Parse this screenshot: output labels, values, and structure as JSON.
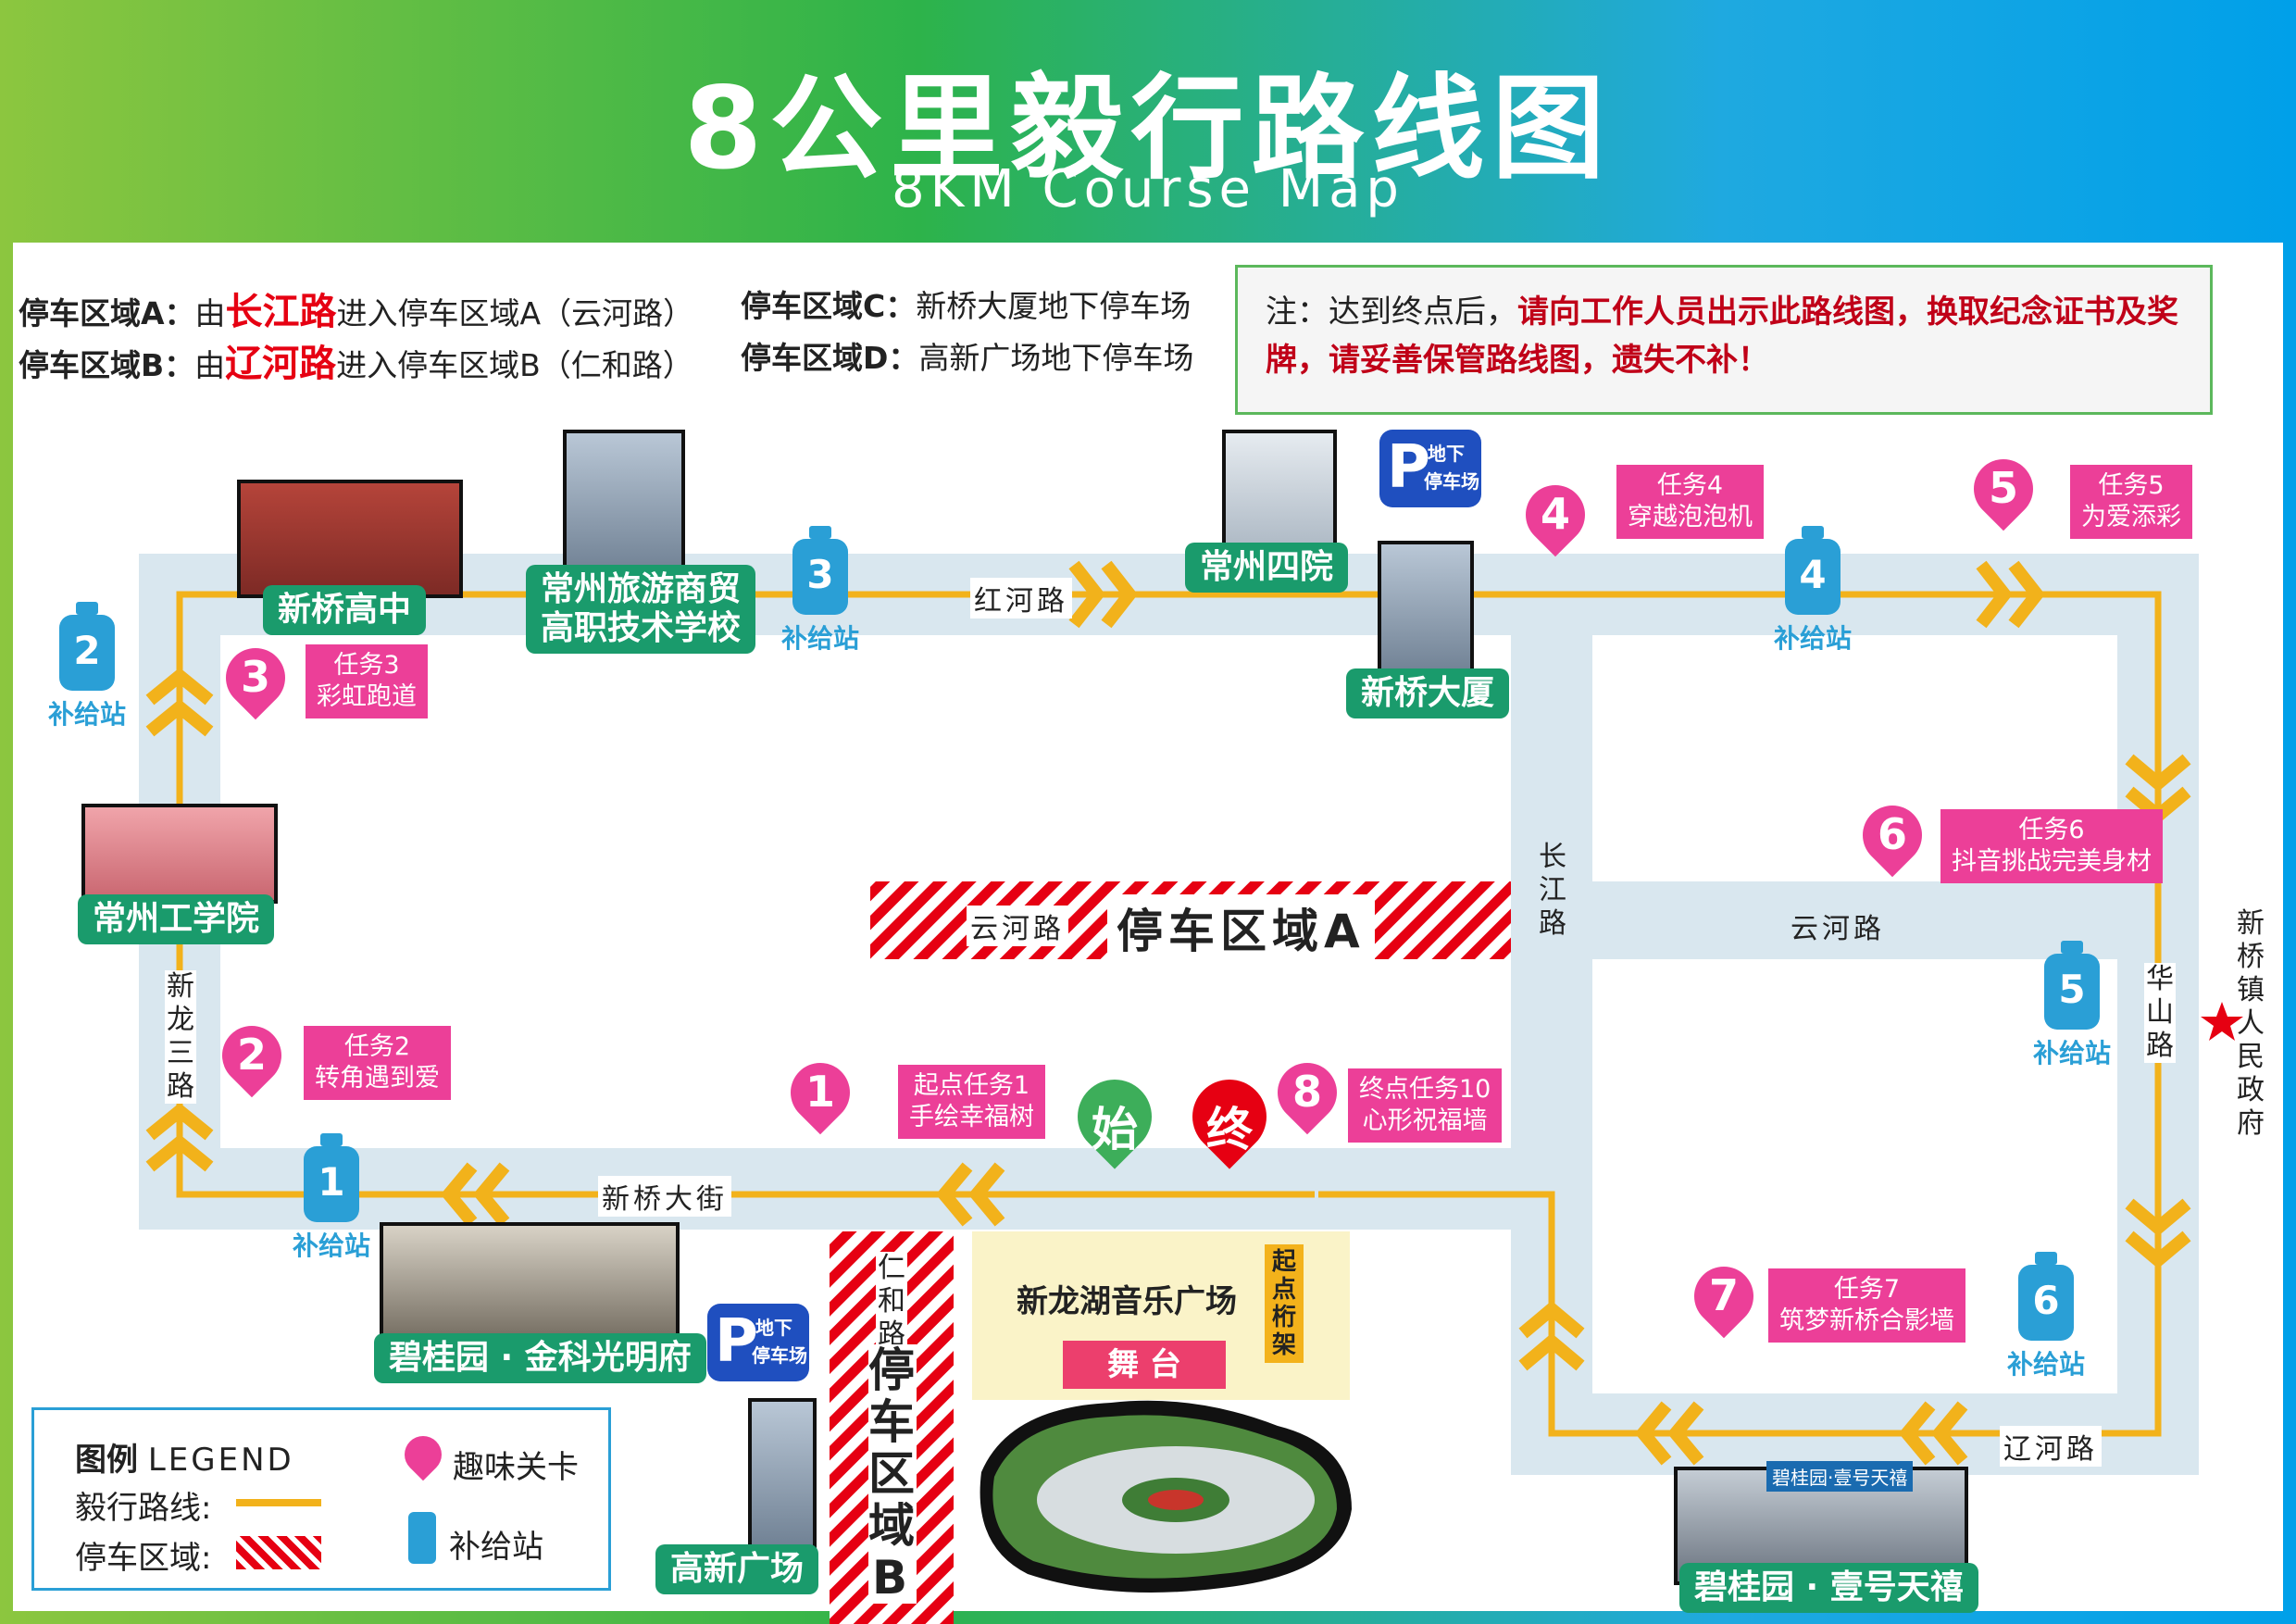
{
  "header": {
    "title": "8公里毅行路线图",
    "subtitle": "8KM Course Map"
  },
  "parking_info": {
    "a": {
      "label": "停车区域A：",
      "pre": "由",
      "road": "长江路",
      "post": "进入停车区域A（云河路）"
    },
    "b": {
      "label": "停车区域B：",
      "pre": "由",
      "road": "辽河路",
      "post": "进入停车区域B（仁和路）"
    },
    "c": {
      "label": "停车区域C：",
      "text": "新桥大厦地下停车场"
    },
    "d": {
      "label": "停车区域D：",
      "text": "高新广场地下停车场"
    }
  },
  "notice": {
    "prefix": "注：达到终点后，",
    "highlight": "请向工作人员出示此路线图，换取纪念证书及奖牌，请妥善保管路线图，遗失不补！"
  },
  "landmarks": {
    "xinqiao_high": "新桥高中",
    "tourism_school_1": "常州旅游商贸",
    "tourism_school_2": "高职技术学校",
    "hospital": "常州四院",
    "xinqiao_tower": "新桥大厦",
    "institute": "常州工学院",
    "biguiyuan_jinke": "碧桂园 · 金科光明府",
    "gaoxin_plaza": "高新广场",
    "biguiyuan_yihao": "碧桂园 · 壹号天禧",
    "yihao_sign": "碧桂园·壹号天禧"
  },
  "tasks": [
    {
      "num": "1",
      "line1": "起点任务1",
      "line2": "手绘幸福树"
    },
    {
      "num": "2",
      "line1": "任务2",
      "line2": "转角遇到爱"
    },
    {
      "num": "3",
      "line1": "任务3",
      "line2": "彩虹跑道"
    },
    {
      "num": "4",
      "line1": "任务4",
      "line2": "穿越泡泡机"
    },
    {
      "num": "5",
      "line1": "任务5",
      "line2": "为爱添彩"
    },
    {
      "num": "6",
      "line1": "任务6",
      "line2": "抖音挑战完美身材"
    },
    {
      "num": "7",
      "line1": "任务7",
      "line2": "筑梦新桥合影墙"
    },
    {
      "num": "8",
      "line1": "终点任务10",
      "line2": "心形祝福墙"
    }
  ],
  "supply": {
    "label": "补给站",
    "numbers": [
      "1",
      "2",
      "3",
      "4",
      "5",
      "6"
    ]
  },
  "roads": {
    "honghe": "红河路",
    "xinqiao_st": "新桥大街",
    "yunhe_left": "云河路",
    "yunhe_right": "云河路",
    "changjiang": "长江路",
    "huashan": "华山路",
    "liaohe": "辽河路",
    "xinlong3": "新龙三路",
    "renhe": "仁和路"
  },
  "parking_zones": {
    "a": "停车区域A",
    "b": "停车区域B"
  },
  "underground": {
    "letter": "P",
    "line1": "地下",
    "line2": "停车场"
  },
  "start_end": {
    "start": "始",
    "end": "终"
  },
  "stage": {
    "name": "新龙湖音乐广场",
    "button": "舞 台",
    "truss": "起点桁架"
  },
  "government": "新桥镇人民政府",
  "legend": {
    "title": "图例",
    "title_en": "LEGEND",
    "route": "毅行路线:",
    "parking": "停车区域:",
    "task": "趣味关卡",
    "supply": "补给站"
  },
  "colors": {
    "route": "#f2b21b",
    "road": "#d9e7ef",
    "task": "#ec3f98",
    "green_label": "#1a9b6c",
    "supply": "#2a9fd6",
    "parking": "#e60012"
  }
}
